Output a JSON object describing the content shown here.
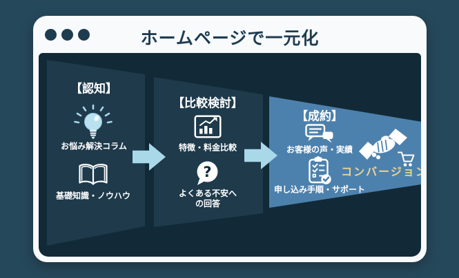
{
  "window": {
    "title": "ホームページで一元化"
  },
  "funnel": {
    "stages": [
      {
        "title": "【認知】",
        "items": [
          {
            "icon": "lightbulb-icon",
            "label": "お悩み解決コラム"
          },
          {
            "icon": "open-book-icon",
            "label": "基礎知識・ノウハウ"
          }
        ]
      },
      {
        "title": "【比較検討】",
        "items": [
          {
            "icon": "bar-chart-icon",
            "label": "特徴・料金比較"
          },
          {
            "icon": "question-bubble-icon",
            "label": "よくある不安への回答",
            "label_lines": [
              "よくある不安へ",
              "の回答"
            ]
          }
        ]
      },
      {
        "title": "【成約】",
        "items": [
          {
            "icon": "chat-bubbles-icon",
            "label": "お客様の声・実績"
          },
          {
            "icon": "clipboard-check-icon",
            "label": "申し込み手順・サポート"
          }
        ]
      }
    ],
    "conversion": {
      "label": "コンバージョン",
      "icons": [
        "handshake-icon",
        "shopping-cart-icon"
      ]
    }
  },
  "colors": {
    "page-bg": "#26485b",
    "frame-white": "#f8fafc",
    "navy-text": "#1e3c50",
    "content-bg": "#122a38",
    "panel-dark": "#1e3a4b",
    "panel-blue": "#4d81ad",
    "arrow-blue": "#a9d8e9",
    "gold": "#ead397",
    "bulb-blue": "#b9e1ef"
  }
}
